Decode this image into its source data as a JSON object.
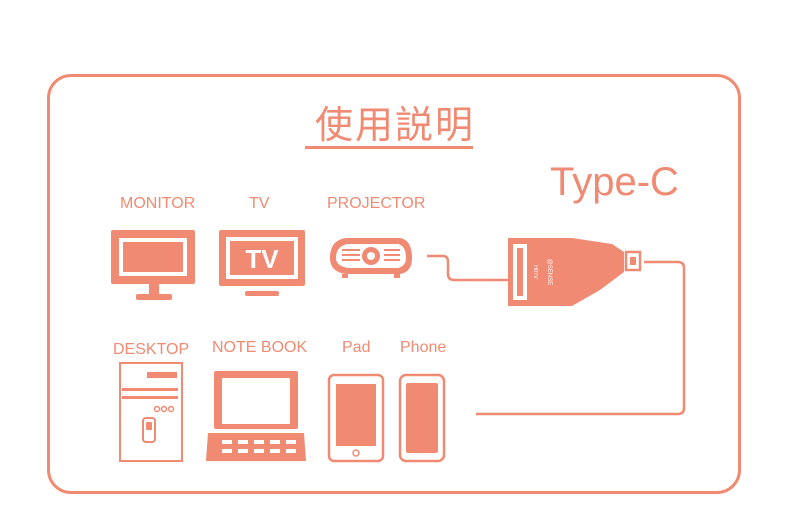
{
  "title": "使用説明",
  "connector_label": "Type-C",
  "adapter_brand": "@SENSE",
  "adapter_marking": "HDTV",
  "devices_top": [
    {
      "name": "MONITOR",
      "icon": "monitor-icon"
    },
    {
      "name": "TV",
      "icon": "tv-icon",
      "screen_text": "TV"
    },
    {
      "name": "PROJECTOR",
      "icon": "projector-icon"
    }
  ],
  "devices_bottom": [
    {
      "name": "DESKTOP",
      "icon": "desktop-tower-icon"
    },
    {
      "name": "NOTE BOOK",
      "icon": "laptop-icon"
    },
    {
      "name": "Pad",
      "icon": "tablet-icon"
    },
    {
      "name": "Phone",
      "icon": "phone-icon"
    }
  ],
  "colors": {
    "accent": "#f08a73",
    "background": "#ffffff"
  }
}
